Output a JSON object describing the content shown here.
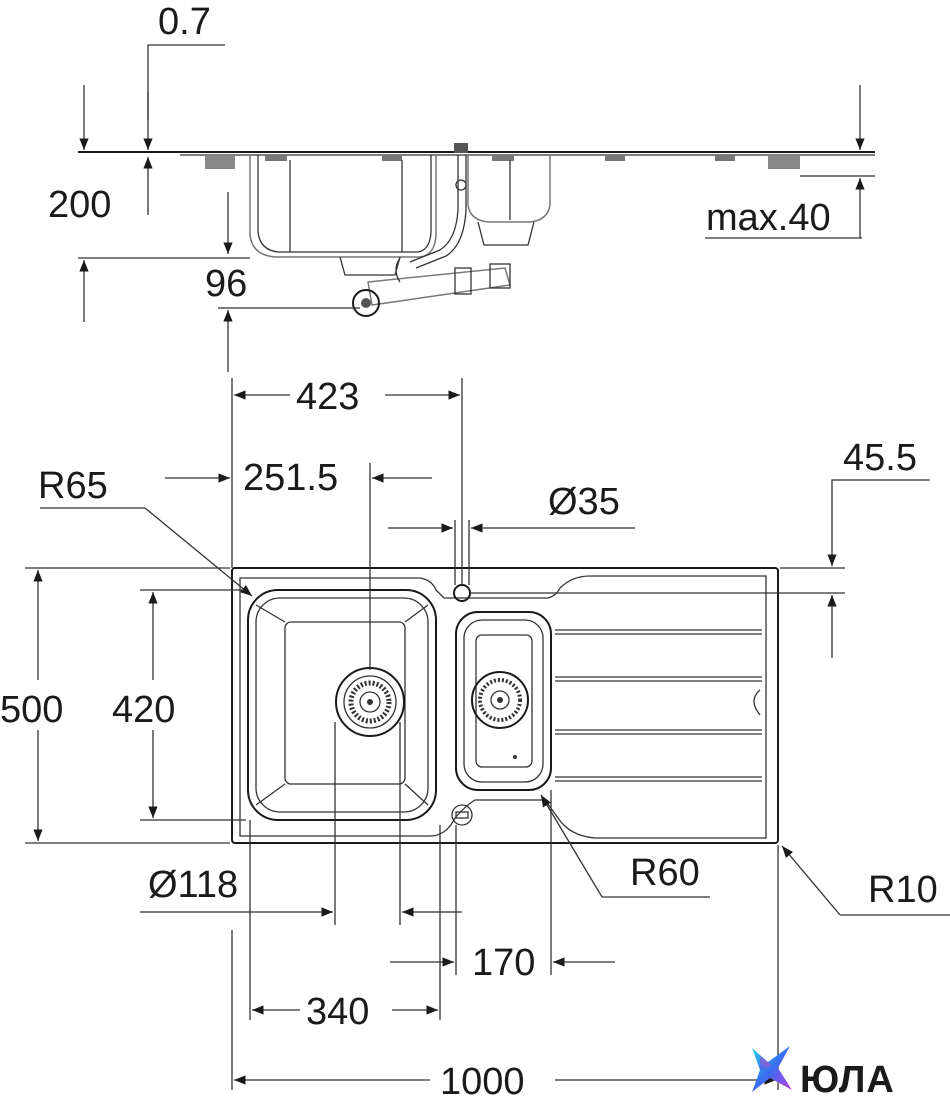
{
  "side_view": {
    "thickness": "0.7",
    "depth": "200",
    "drain_offset": "96",
    "max_worktop": "max.40"
  },
  "top_view": {
    "bowl_width": "423",
    "drain_center": "251.5",
    "corner_radius_bowl": "R65",
    "tap_hole": "Ø35",
    "tap_offset": "45.5",
    "total_depth": "500",
    "bowl_depth": "420",
    "drain_diameter": "Ø118",
    "corner_radius_small": "R60",
    "corner_radius_outer": "R10",
    "small_bowl_width": "170",
    "main_bowl_width": "340",
    "total_width": "1000"
  },
  "logo": {
    "text": "ЮЛА",
    "colors": [
      "#3a6df0",
      "#c23de0",
      "#28d0e8",
      "#f04ab0"
    ]
  }
}
